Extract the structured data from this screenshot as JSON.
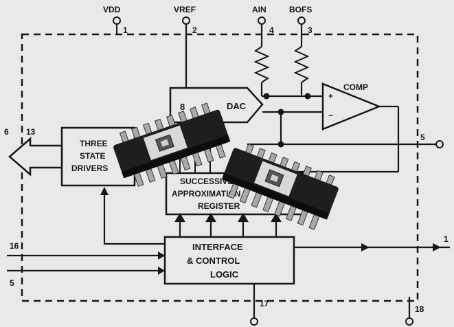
{
  "pins": {
    "vdd": "VDD",
    "vref": "VREF",
    "ain": "AIN",
    "bofs": "BOFS",
    "n1": "1",
    "n2": "2",
    "n3": "3",
    "n4": "4",
    "n5": "5",
    "n6": "6",
    "n13": "13",
    "n16": "16",
    "n15": "5",
    "n17": "17",
    "n18": "18",
    "n_out": "1"
  },
  "blocks": {
    "dac_bits": "8",
    "dac": "DAC",
    "comp": "COMP",
    "drivers_1": "THREE",
    "drivers_2": "STATE",
    "drivers_3": "DRIVERS",
    "sar_1": "SUCCESSIVE",
    "sar_2": "APPROXIMATION",
    "sar_3": "REGISTER",
    "iface_1": "INTERFACE",
    "iface_2": "& CONTROL",
    "iface_3": "LOGIC",
    "plus": "+",
    "minus": "−"
  },
  "colors": {
    "paper": "#e9e9e9",
    "ink": "#161616",
    "chip_body": "#1e1e1e",
    "chip_label": "#d9d9d9"
  }
}
